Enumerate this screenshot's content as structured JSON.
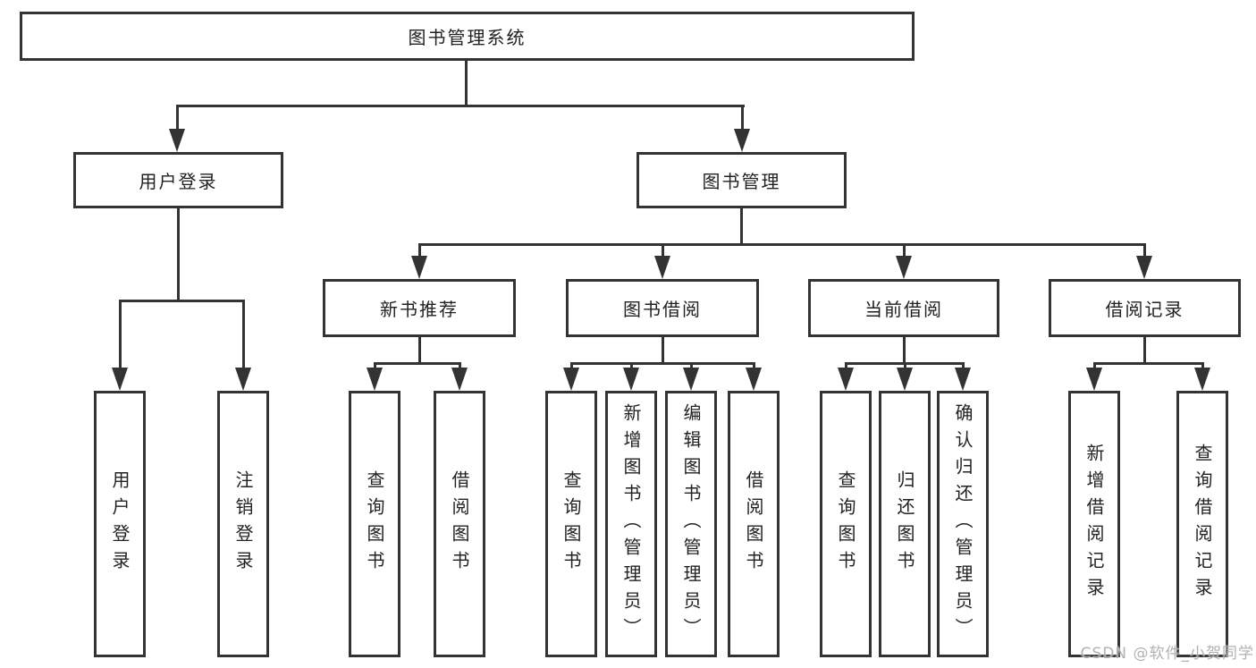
{
  "page": {
    "background": "#ffffff"
  },
  "colors": {
    "line": "#333333",
    "box_border": "#333333",
    "text": "#222222",
    "watermark": "#a8a8a8"
  },
  "tree": {
    "label": "图书管理系统",
    "children": [
      {
        "label": "用户登录",
        "children": [
          {
            "label": "用户登录"
          },
          {
            "label": "注销登录"
          }
        ]
      },
      {
        "label": "图书管理",
        "children": [
          {
            "label": "新书推荐",
            "children": [
              {
                "label": "查询图书"
              },
              {
                "label": "借阅图书"
              }
            ]
          },
          {
            "label": "图书借阅",
            "children": [
              {
                "label": "查询图书"
              },
              {
                "label": "新增图书（管理员）"
              },
              {
                "label": "编辑图书（管理员）"
              },
              {
                "label": "借阅图书"
              }
            ]
          },
          {
            "label": "当前借阅",
            "children": [
              {
                "label": "查询图书"
              },
              {
                "label": "归还图书"
              },
              {
                "label": "确认归还（管理员）"
              }
            ]
          },
          {
            "label": "借阅记录",
            "children": [
              {
                "label": "新增借阅记录"
              },
              {
                "label": "查询借阅记录"
              }
            ]
          }
        ]
      }
    ]
  },
  "watermark": {
    "text": "CSDN @软件_小贺同学"
  }
}
